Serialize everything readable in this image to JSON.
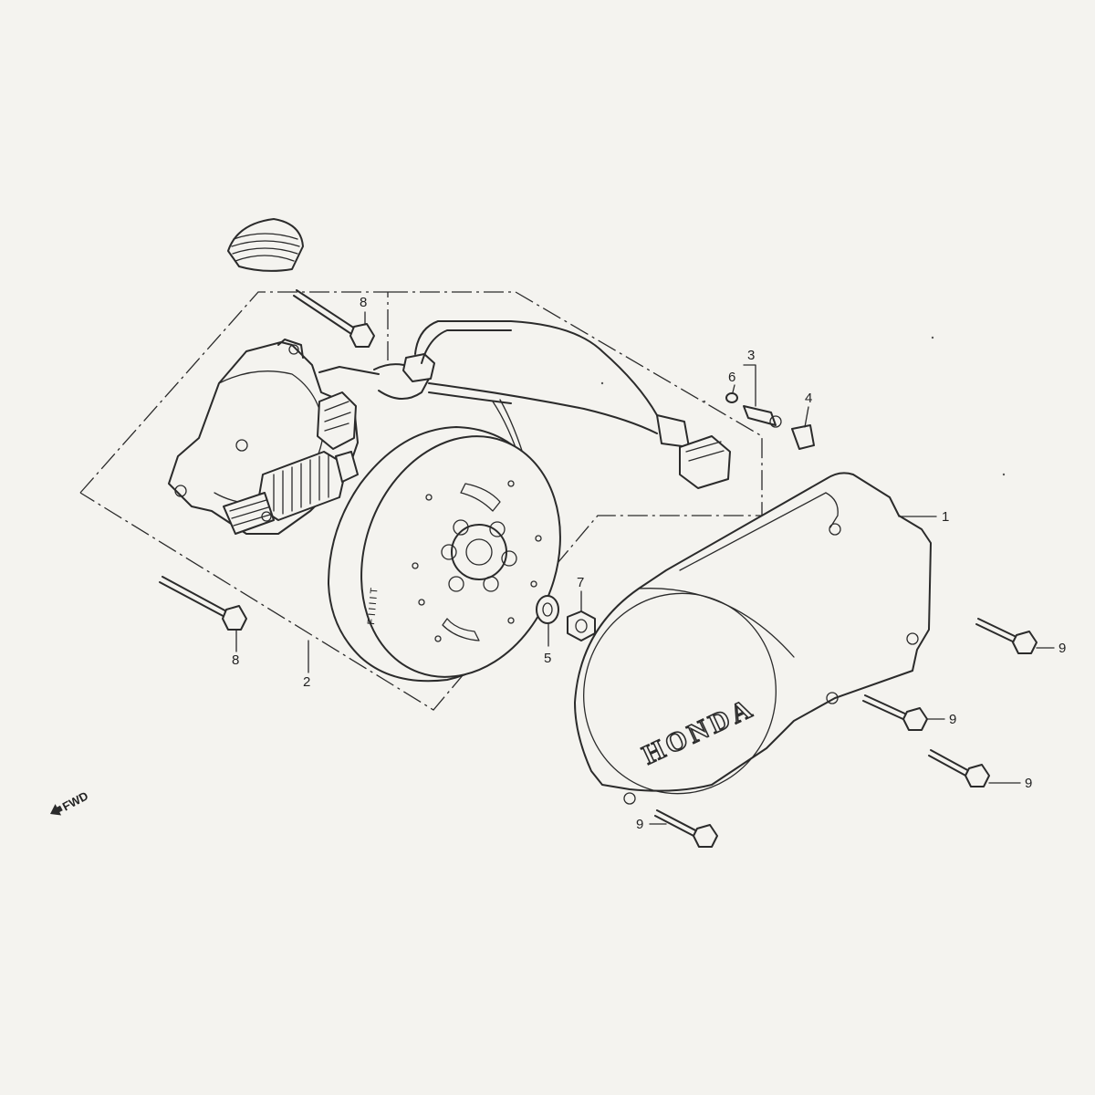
{
  "callouts": {
    "c1": "1",
    "c2": "2",
    "c3": "3",
    "c4": "4",
    "c5": "5",
    "c6": "6",
    "c7": "7",
    "c8a": "8",
    "c8b": "8",
    "c9a": "9",
    "c9b": "9",
    "c9c": "9",
    "c9d": "9"
  },
  "cover_emblem": "HONDA",
  "direction_marker": "FWD",
  "flywheel_marks": "F  I I I I T"
}
